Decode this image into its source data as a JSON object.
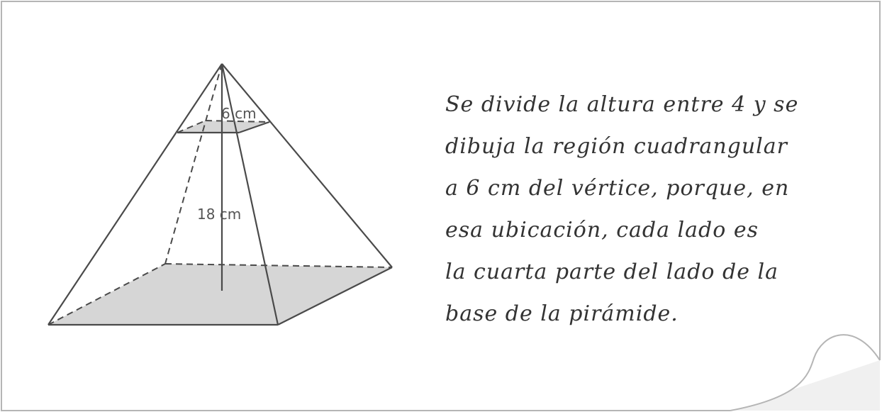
{
  "labels": {
    "top_side": "6 cm",
    "height": "18 cm"
  },
  "explanation": {
    "lines": [
      "Se divide la altura entre 4 y se",
      "dibuja la región cuadrangular",
      "a 6 cm del vértice, porque, en",
      "esa ubicación, cada lado es",
      "la cuarta parte del lado de la",
      "base de la pirámide."
    ]
  },
  "colors": {
    "frame": "#b5b5b5",
    "edges": "#4a4a4a",
    "base_fill": "#d6d6d6",
    "text": "#333333"
  }
}
